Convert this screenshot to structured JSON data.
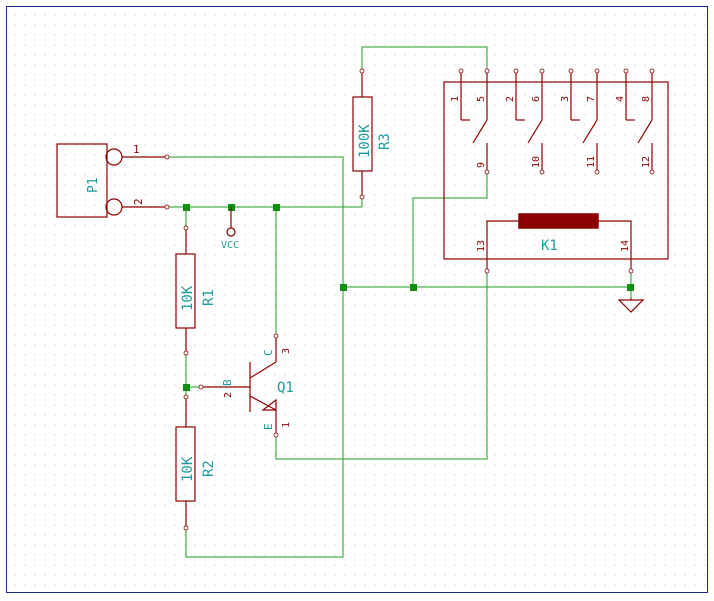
{
  "colors": {
    "border": "#1c2a8a",
    "grid_dot": "#b8b8b8",
    "wire": "#1f9d1f",
    "component": "#8b0000",
    "label": "#1e9a9a",
    "junction": "#109010"
  },
  "connector": {
    "ref": "P1",
    "pin1": "1",
    "pin2": "2"
  },
  "power": {
    "vcc": "VCC"
  },
  "resistors": {
    "r1": {
      "ref": "R1",
      "value": "10K"
    },
    "r2": {
      "ref": "R2",
      "value": "10K"
    },
    "r3": {
      "ref": "R3",
      "value": "100K"
    }
  },
  "transistor": {
    "ref": "Q1",
    "base_label": "B",
    "base_pin": "2",
    "collector_label": "C",
    "collector_pin": "3",
    "emitter_label": "E",
    "emitter_pin": "1"
  },
  "relay": {
    "ref": "K1",
    "coil_pin_a": "13",
    "coil_pin_b": "14",
    "top_pins": [
      "1",
      "5",
      "2",
      "6",
      "3",
      "7",
      "4",
      "8"
    ],
    "switch_pins": [
      "9",
      "10",
      "11",
      "12"
    ]
  },
  "ground": {
    "icon": "ground-icon"
  }
}
